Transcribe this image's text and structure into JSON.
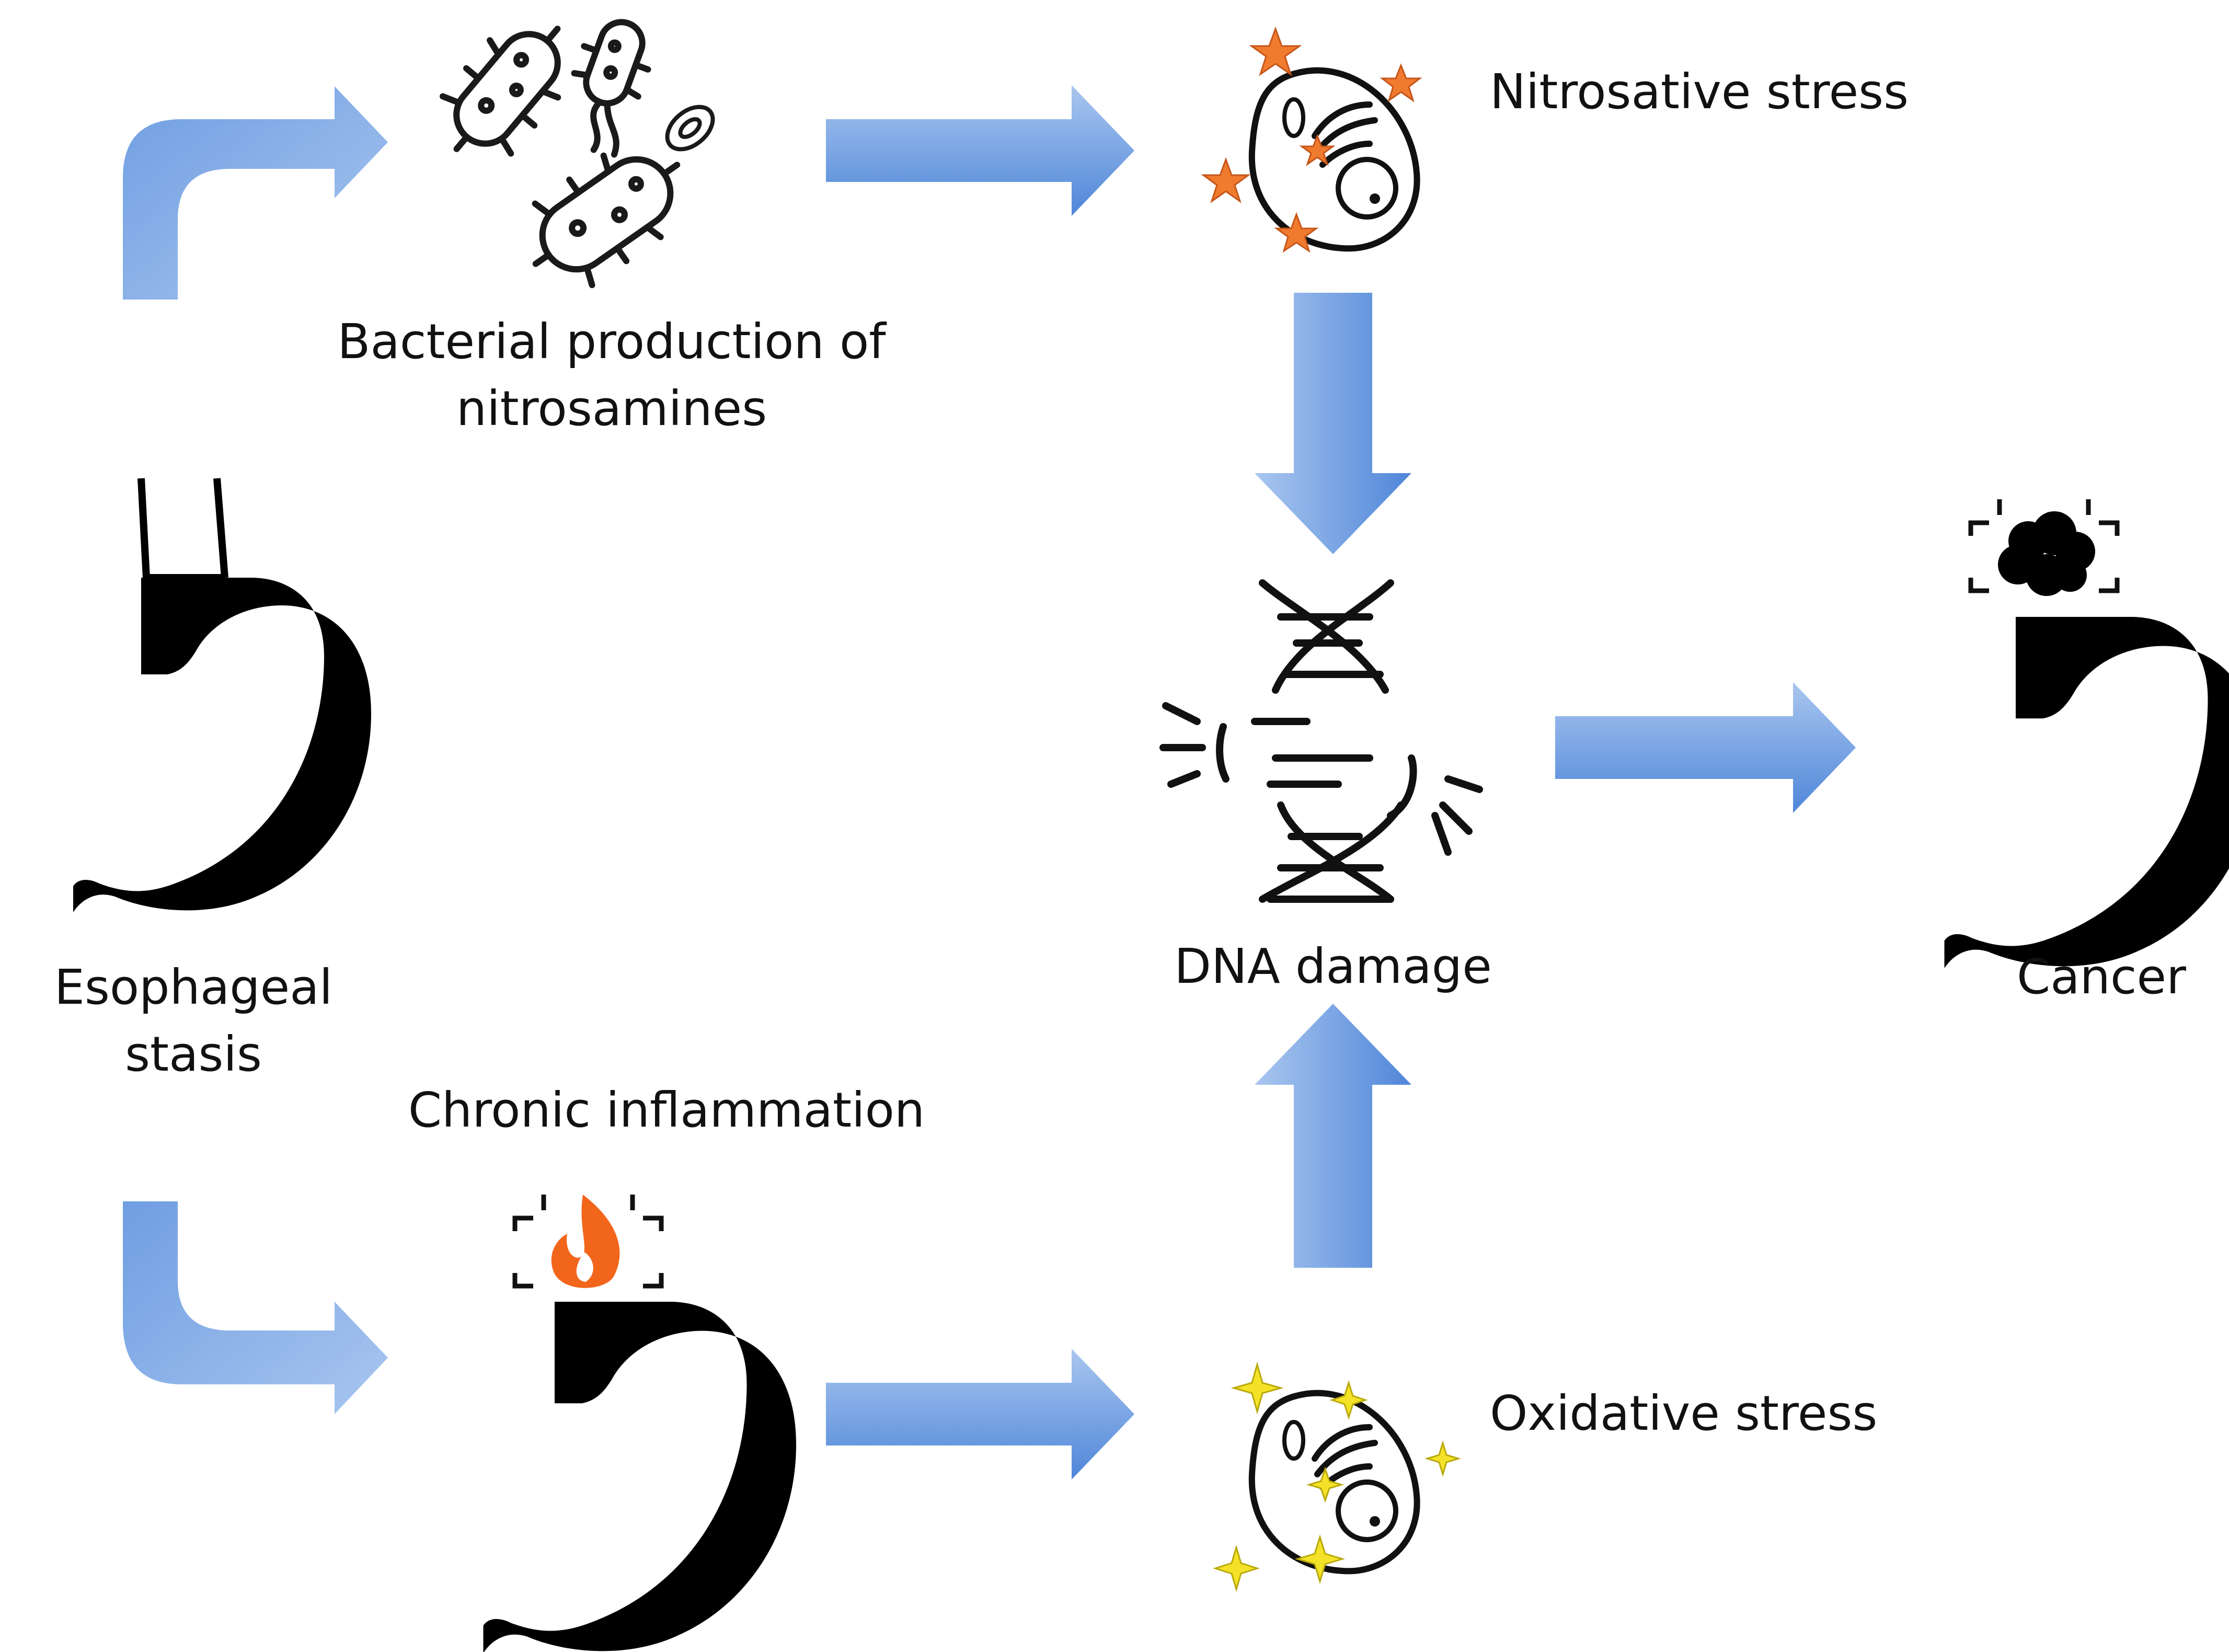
{
  "labels": {
    "bacterial_line1": "Bacterial production of",
    "bacterial_line2": "nitrosamines",
    "nitrosative_stress": "Nitrosative stress",
    "esophageal_line1": "Esophageal",
    "esophageal_line2": "stasis",
    "dna_damage": "DNA damage",
    "cancer": "Cancer",
    "chronic_inflammation": "Chronic inflammation",
    "oxidative_stress": "Oxidative stress"
  },
  "icons": {
    "bacteria": "bacteria-icon",
    "cell_nitrosative": "cell-icon",
    "stomach_stasis": "stomach-icon",
    "dna": "broken-dna-icon",
    "stomach_cancer": "stomach-tumor-icon",
    "stomach_inflamed": "stomach-fire-icon",
    "cell_oxidative": "cell-icon"
  },
  "colors": {
    "arrow_light": "#a9c6ef",
    "arrow_dark": "#4f86d9",
    "icon_black": "#000000",
    "nitrosative_star": "#f07a2e",
    "oxidative_sparkle": "#f3e227",
    "fire_outer": "#f2661b",
    "fire_inner": "#ffffff"
  }
}
